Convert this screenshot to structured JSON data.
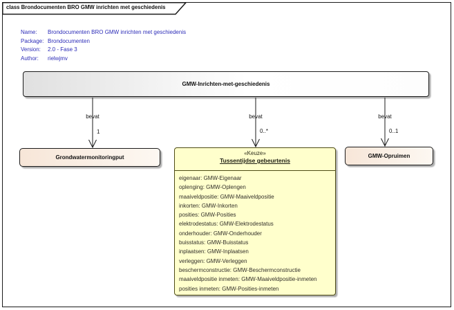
{
  "frame": {
    "tab_title": "class Brondocumenten BRO GMW inrichten met geschiedenis"
  },
  "properties": {
    "rows": [
      {
        "label": "Name:",
        "value": "Brondocumenten BRO GMW inrichten met geschiedenis"
      },
      {
        "label": "Package:",
        "value": "Brondocumenten"
      },
      {
        "label": "Version:",
        "value": "2.0 - Fase 3"
      },
      {
        "label": "Author:",
        "value": "rielwjmv"
      }
    ]
  },
  "main_class": {
    "name": "GMW-Inrichten-met-geschiedenis"
  },
  "relations": [
    {
      "label": "bevat",
      "multiplicity": "1"
    },
    {
      "label": "bevat",
      "multiplicity": "0..*"
    },
    {
      "label": "bevat",
      "multiplicity": "0..1"
    }
  ],
  "left_class": {
    "name": "Grondwatermonitoringput"
  },
  "choice_class": {
    "stereotype": "«Keuze»",
    "name": "Tussentijdse gebeurtenis",
    "attributes": [
      "eigenaar: GMW-Eigenaar",
      "oplenging: GMW-Oplengen",
      "maaiveldpositie: GMW-Maaiveldpositie",
      "inkorten: GMW-Inkorten",
      "posities: GMW-Posities",
      "elektrodestatus: GMW-Elektrodestatus",
      "onderhouder: GMW-Onderhouder",
      "buisstatus: GMW-Buisstatus",
      "inplaatsen: GMW-Inplaatsen",
      "verleggen: GMW-Verleggen",
      "beschermconstructie: GMW-Beschermconstructie",
      "maaiveldpositie inmeten: GMW-Maaiveldpositie-inmeten",
      "posities inmeten: GMW-Posities-inmeten"
    ]
  },
  "right_class": {
    "name": "GMW-Opruimen"
  },
  "colors": {
    "frame-border": "#1a1a1a",
    "prop-blue": "#2d2db8",
    "yellow-fill": "#ffffcc",
    "yellow-border": "#4d4b14",
    "attr-text": "#33302a"
  }
}
